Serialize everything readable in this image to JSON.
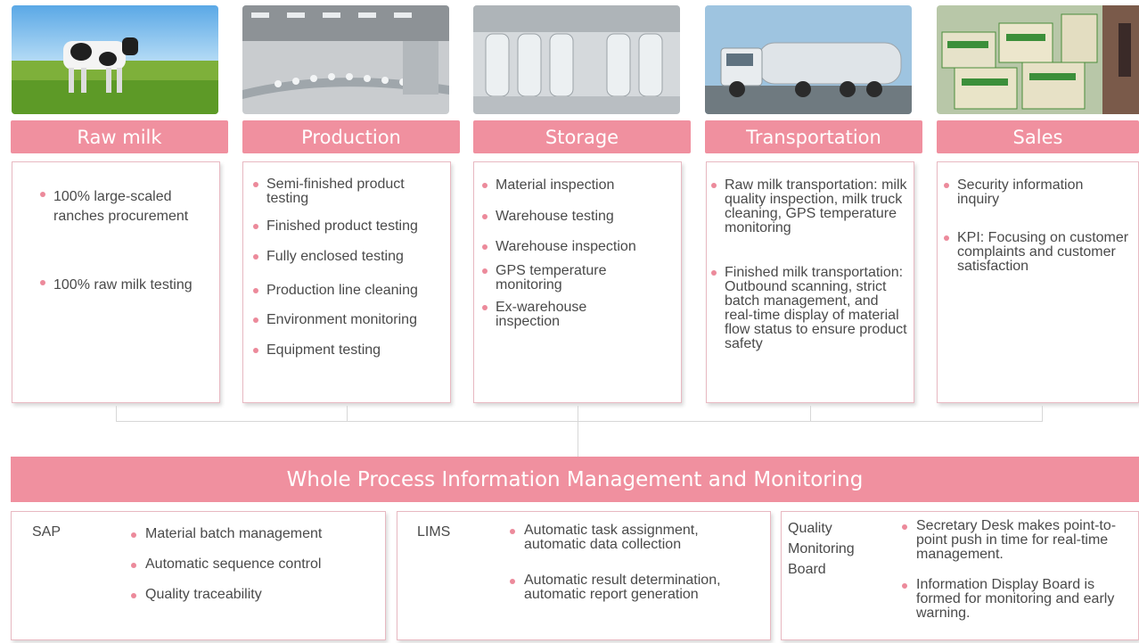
{
  "colors": {
    "accent": "#f0909f",
    "bullet": "#ec8a9b",
    "border": "#e8b9c2"
  },
  "stages": [
    {
      "title": "Raw milk",
      "photo": "cow-in-meadow",
      "items": [
        "100% large-scaled ranches procurement",
        "100% raw milk testing"
      ]
    },
    {
      "title": "Production",
      "photo": "factory-production-line",
      "items": [
        "Semi-finished product testing",
        "Finished product testing",
        "Fully enclosed testing",
        "Production line cleaning",
        "Environment monitoring",
        "Equipment testing"
      ]
    },
    {
      "title": "Storage",
      "photo": "storage-tanks",
      "items": [
        "Material inspection",
        "Warehouse testing",
        "Warehouse inspection",
        "GPS temperature monitoring",
        "Ex-warehouse inspection"
      ]
    },
    {
      "title": "Transportation",
      "photo": "milk-tanker-truck",
      "items": [
        "Raw milk transportation: milk quality inspection, milk truck cleaning, GPS temperature monitoring",
        "Finished milk transportation: Outbound scanning, strict batch management, and real-time display of material flow status to ensure product safety"
      ]
    },
    {
      "title": "Sales",
      "photo": "supermarket-shelves",
      "items": [
        "Security information inquiry",
        "KPI: Focusing on customer complaints and customer satisfaction"
      ]
    }
  ],
  "banner": "Whole Process Information Management and Monitoring",
  "systems": [
    {
      "name": "SAP",
      "items": [
        "Material batch management",
        "Automatic sequence control",
        "Quality traceability"
      ]
    },
    {
      "name": "LIMS",
      "items": [
        "Automatic task assignment, automatic data collection",
        "Automatic result determination, automatic report generation"
      ]
    },
    {
      "name": "Quality Monitoring Board",
      "items": [
        "Secretary Desk makes point-to-point push in time for real-time management.",
        "Information Display Board is formed for monitoring and early warning."
      ]
    }
  ]
}
